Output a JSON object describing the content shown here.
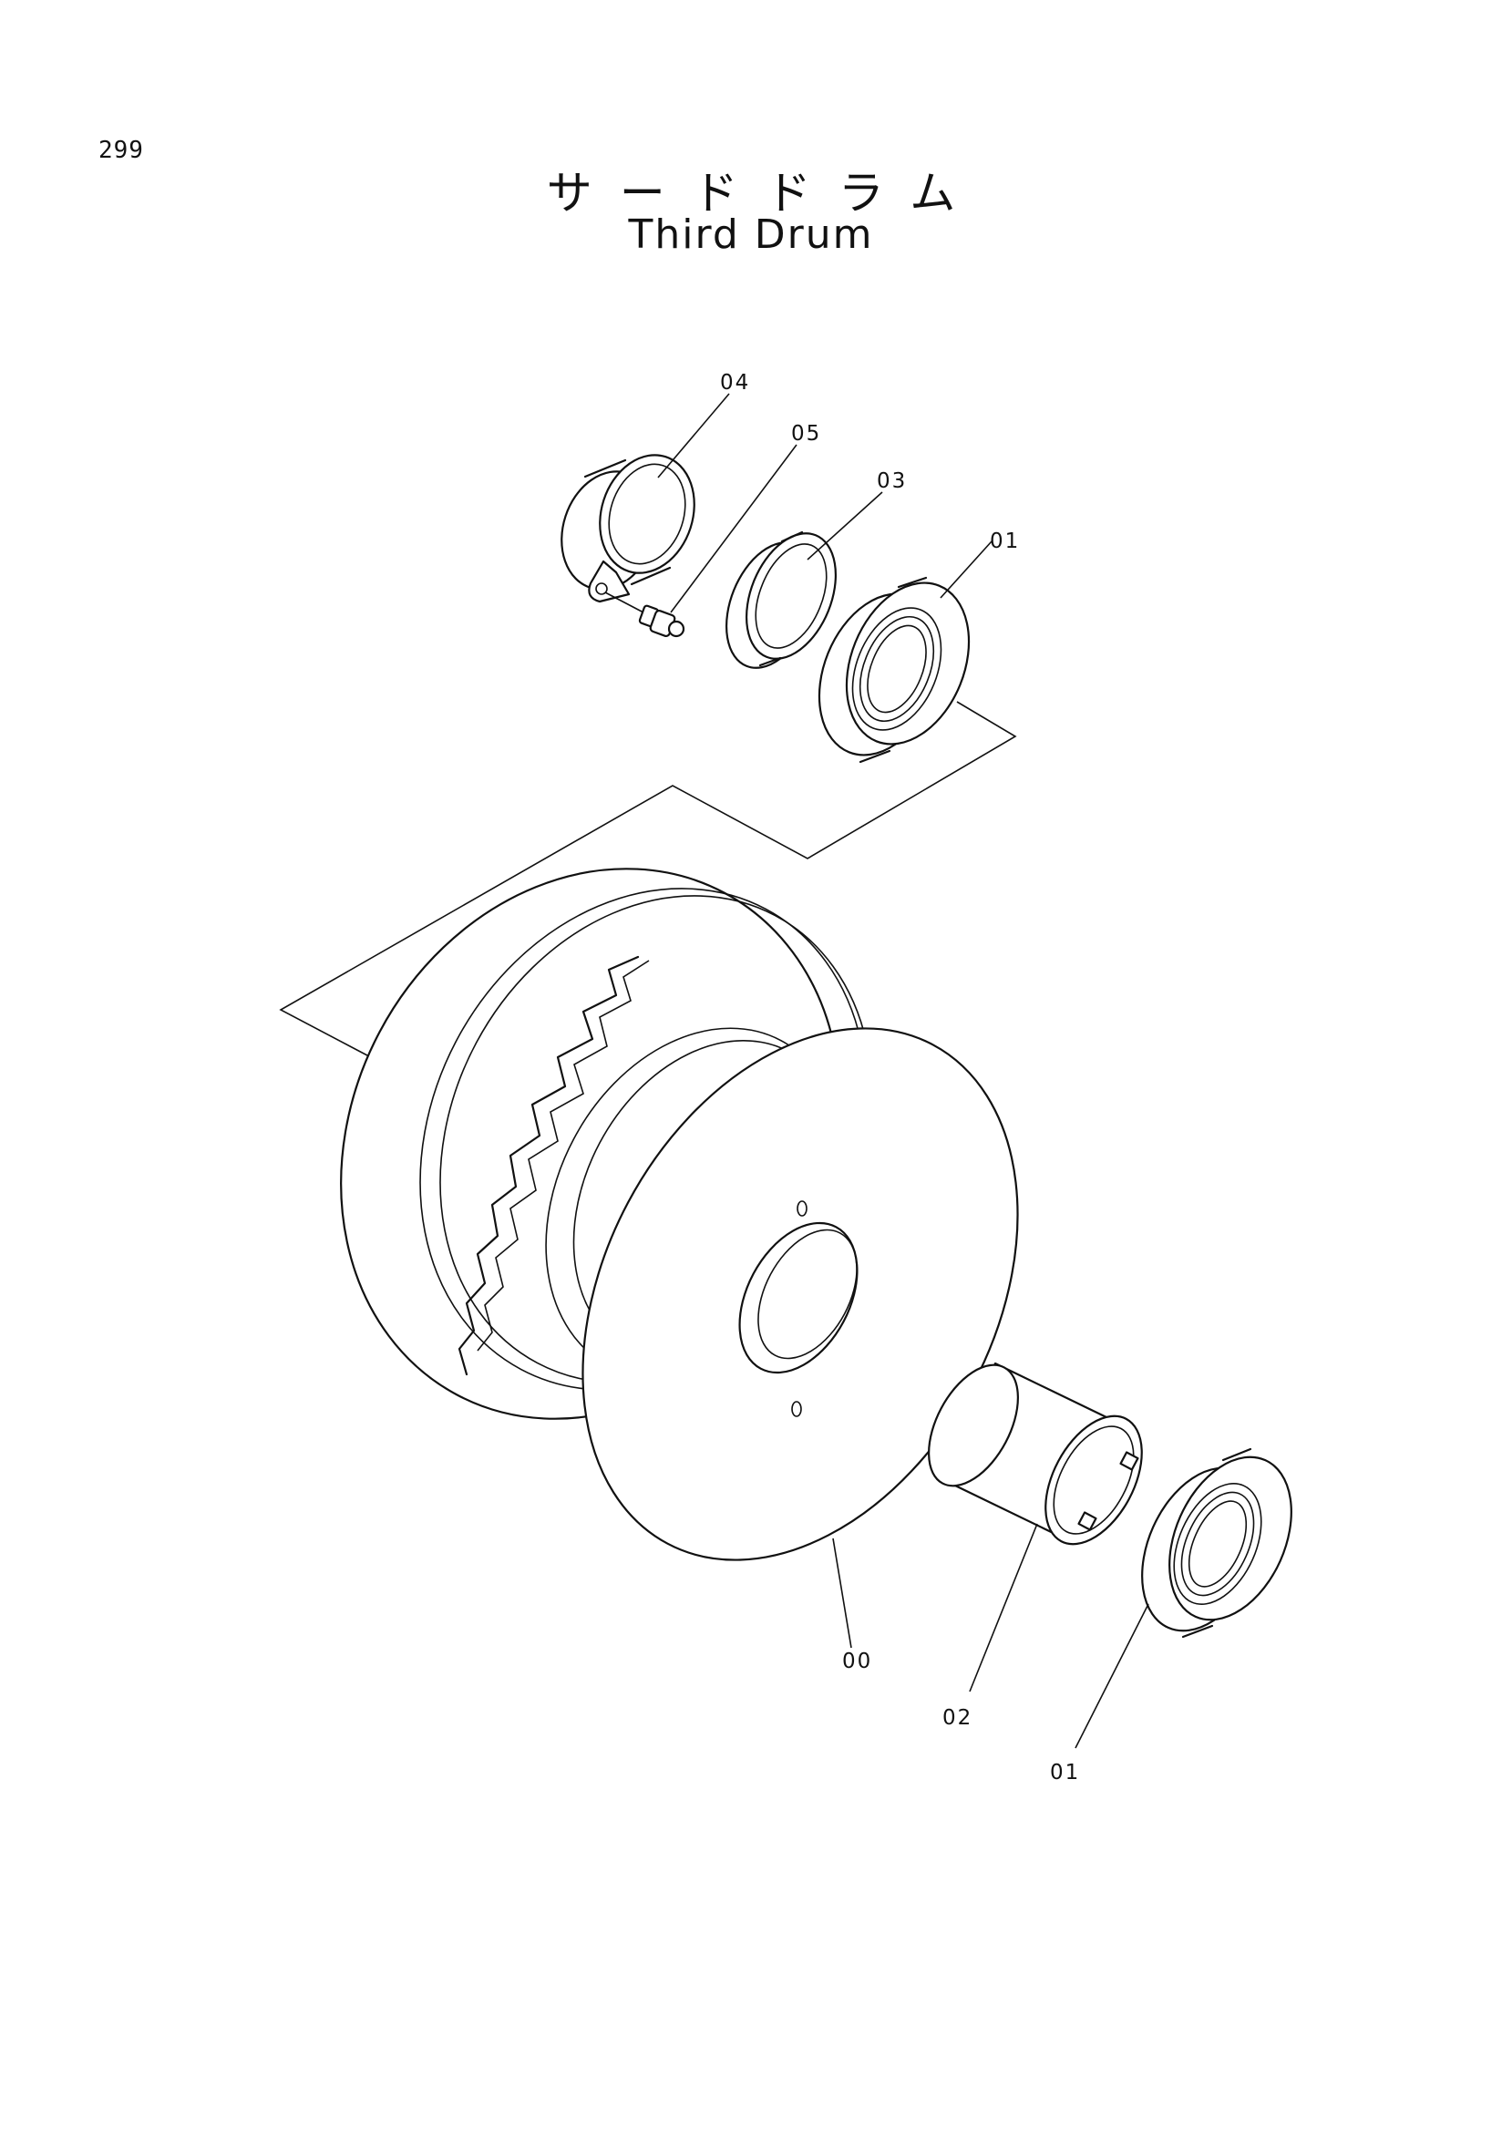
{
  "page": {
    "number": "299",
    "title_jp": "サードドラム",
    "title_en": "Third Drum"
  },
  "callouts": {
    "c04": "04",
    "c05": "05",
    "c03": "03",
    "c01_top": "01",
    "c00": "00",
    "c02": "02",
    "c01_bottom": "01"
  }
}
